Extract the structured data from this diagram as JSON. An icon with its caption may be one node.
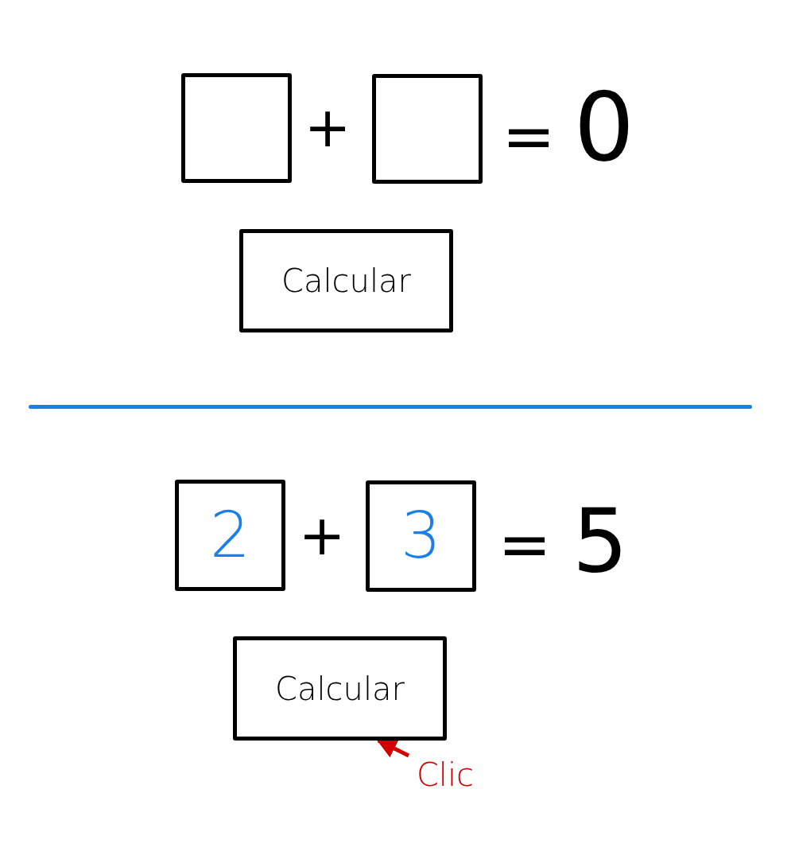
{
  "diagram": {
    "nodes": [
      {
        "text": [],
        "shape": "box"
      },
      {
        "text": [],
        "shape": "box"
      },
      {
        "text": [
          "Calcular"
        ]
      },
      {
        "text": [
          "2"
        ]
      },
      {
        "text": [
          "3"
        ]
      },
      {
        "text": [
          "Calcular"
        ]
      },
      {
        "text": [
          "Clic"
        ]
      }
    ],
    "edges": [
      {
        "from": 6,
        "to": 5,
        "arrow": "to",
        "color": "#d40000"
      }
    ],
    "labels": [
      "+",
      "=",
      "0",
      "+",
      "=",
      "5"
    ]
  }
}
